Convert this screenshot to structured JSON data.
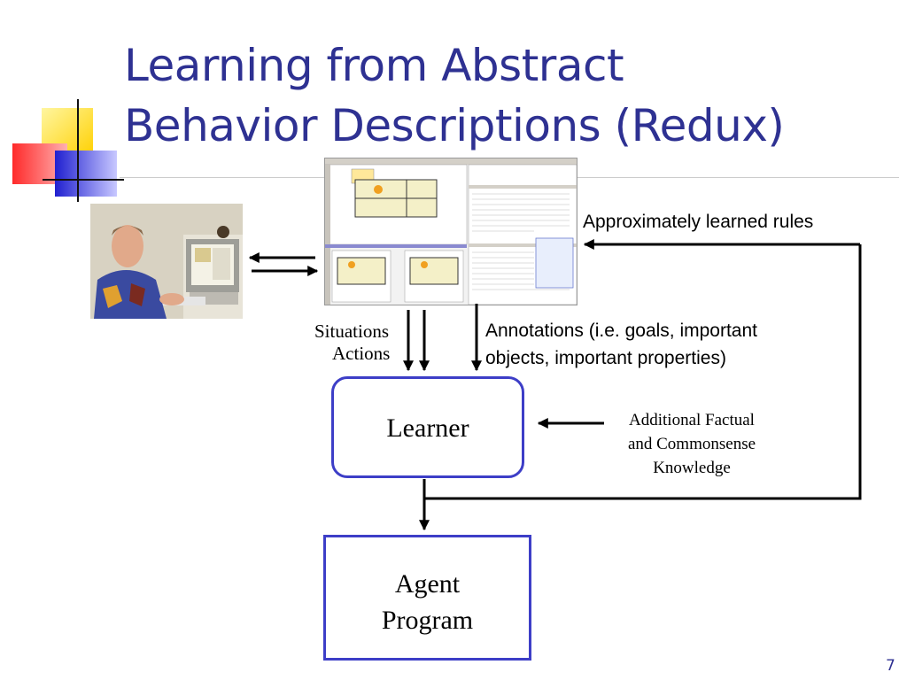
{
  "slide": {
    "title_line1": "Learning from Abstract",
    "title_line2": "Behavior Descriptions (Redux)",
    "page_number": "7"
  },
  "diagram": {
    "rules_label": "Approximately learned rules",
    "situations_label": "Situations",
    "actions_label": "Actions",
    "annotations_line1": "Annotations (i.e. goals, important",
    "annotations_line2": "objects, important properties)",
    "learner_label": "Learner",
    "knowledge_line1": "Additional Factual",
    "knowledge_line2": "and Commonsense",
    "knowledge_line3": "Knowledge",
    "agent_line1": "Agent",
    "agent_line2": "Program"
  },
  "colors": {
    "title": "#2e3192",
    "box_border": "#3d3ec7",
    "accent_yellow": "#ffd700",
    "accent_red": "#ff3b3b",
    "accent_blue": "#2b2bd9"
  }
}
